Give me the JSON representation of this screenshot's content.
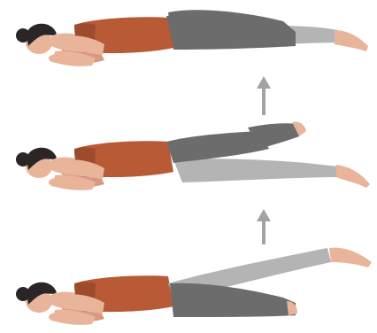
{
  "illustration": {
    "figures": [
      {
        "pose": "both-legs-down"
      },
      {
        "pose": "bent-knee-raised"
      },
      {
        "pose": "straight-leg-raised"
      }
    ],
    "arrows": [
      {
        "direction": "up"
      },
      {
        "direction": "up"
      }
    ]
  },
  "colors": {
    "background": "#ffffff",
    "skin": "#e8b49a",
    "skin_shade": "#d79a80",
    "hair": "#2b2626",
    "top": "#b95a37",
    "top_shade": "#9e4a2c",
    "leggings_dark": "#6c6c6c",
    "leggings_light": "#b4b4b4",
    "arrow": "#a3a3a3"
  }
}
